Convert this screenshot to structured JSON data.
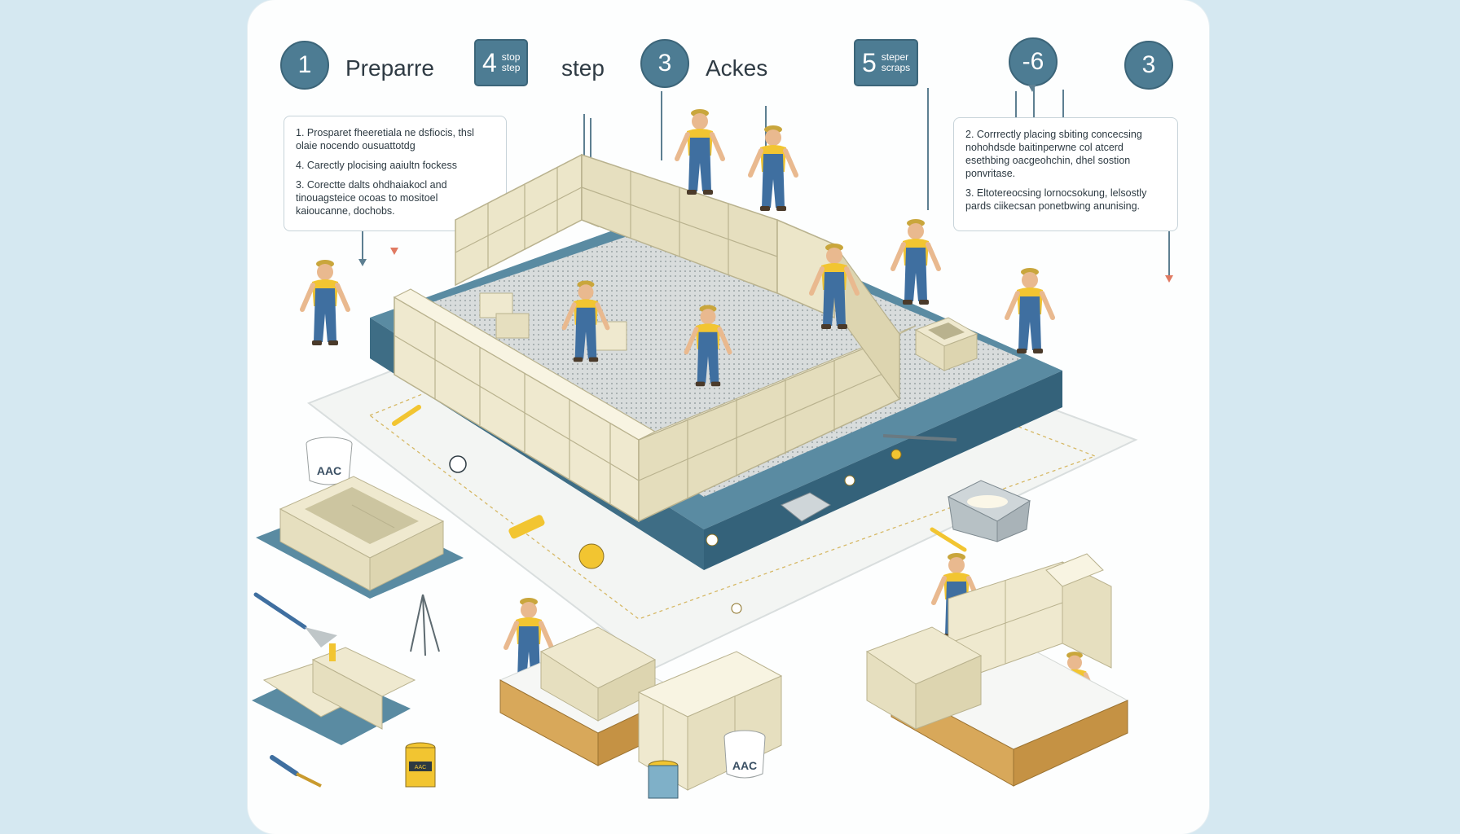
{
  "header": {
    "steps": [
      {
        "number": "1",
        "label": "Preparre"
      },
      {
        "number": "4",
        "sub": [
          "stop",
          "step"
        ],
        "label": "step"
      },
      {
        "number": "3",
        "label": "Ackes"
      },
      {
        "number": "5",
        "sub": [
          "steper",
          "scraps"
        ]
      },
      {
        "number": "-6"
      },
      {
        "number": "3"
      }
    ]
  },
  "notes": {
    "left": [
      "1. Prosparet fheeretiala ne dsfiocis, thsl olaie nocendo ousuattotdg",
      "4. Carectly plocising aaiultn fockess",
      "3. Corectte dalts ohdhaiakocl and tinouagsteice ocoas to mositoel kaioucanne, dochobs."
    ],
    "right": [
      "2. Corrrectly placing sbiting concecsing nohohdsde baitinperwne col atcerd esethbing oacgeohchin, dhel sostion ponvritase.",
      "3. Eltotereocsing lornocsokung, lelsostly pards ciikecsan ponetbwing anunising."
    ]
  },
  "labels": {
    "bucket_left": "AAC",
    "bucket_right": "AAC",
    "can_label": "AAC"
  },
  "colors": {
    "accent": "#4d7c93",
    "shirt": "#f2c531",
    "overalls": "#3f6fa0",
    "block": "#efe9cf",
    "platform": "#4a7e97"
  }
}
